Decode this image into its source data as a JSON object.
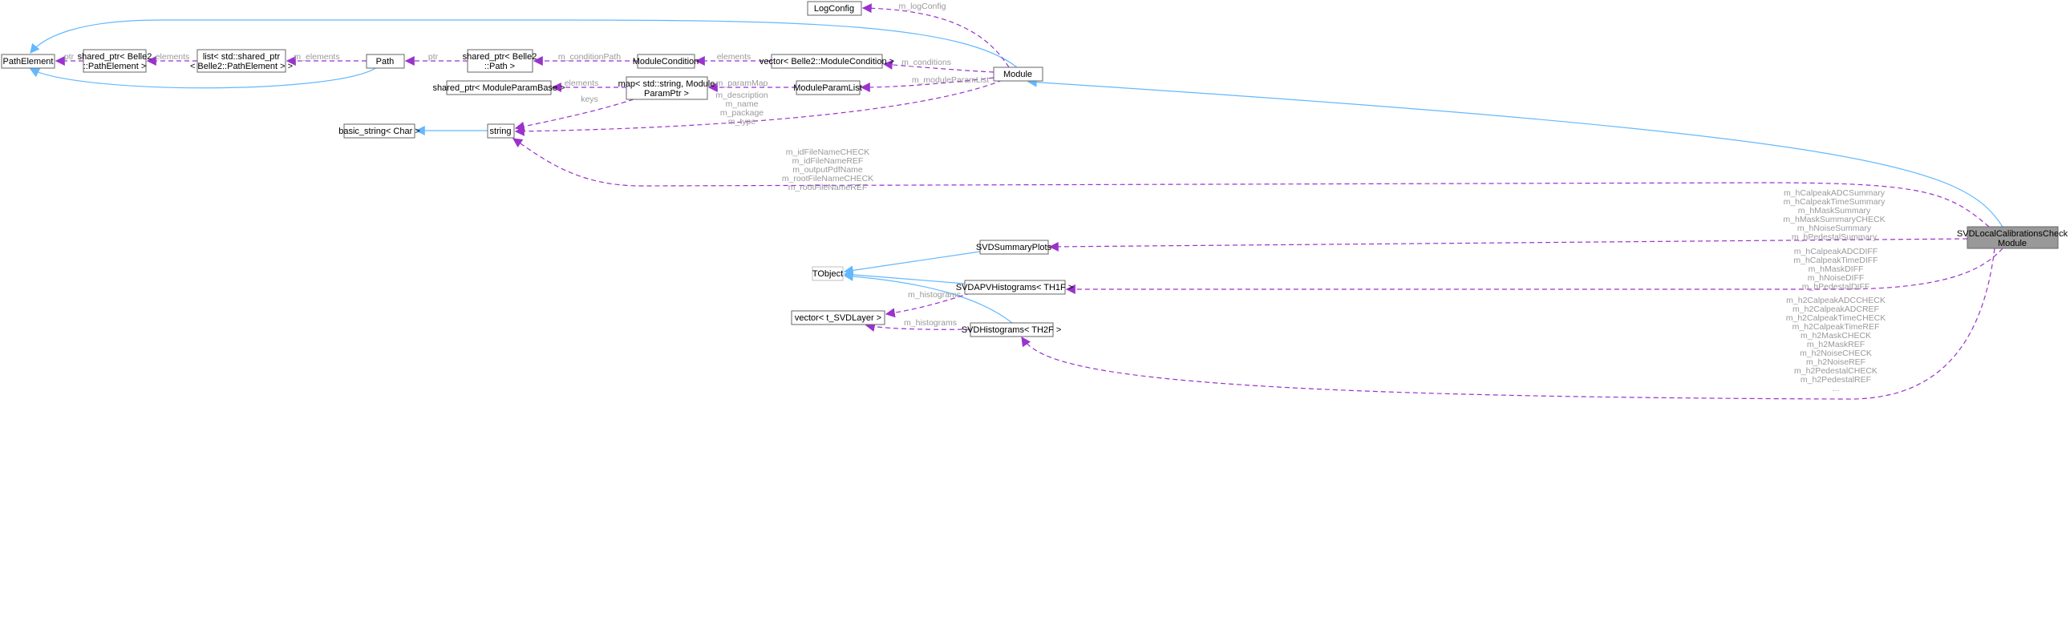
{
  "colors": {
    "inheritance": "#63b8ff",
    "usage": "#9a32cd",
    "focus_fill": "#999999",
    "label": "#9a9a9a"
  },
  "nodes": {
    "logconfig": [
      "LogConfig"
    ],
    "module": [
      "Module"
    ],
    "pathelement": [
      "PathElement"
    ],
    "sp_pathelement": [
      "shared_ptr< Belle2",
      "::PathElement >"
    ],
    "list_sp": [
      "list< std::shared_ptr",
      "< Belle2::PathElement > >"
    ],
    "path": [
      "Path"
    ],
    "sp_path": [
      "shared_ptr< Belle2",
      "::Path >"
    ],
    "modulecondition": [
      "ModuleCondition"
    ],
    "vector_mc": [
      "vector< Belle2::ModuleCondition >"
    ],
    "sp_mpb": [
      "shared_ptr< ModuleParamBase >"
    ],
    "map": [
      "map< std::string, Module",
      "ParamPtr >"
    ],
    "moduleparamlist": [
      "ModuleParamList"
    ],
    "basic_string": [
      "basic_string< Char >"
    ],
    "string": [
      "string"
    ],
    "tobject": [
      "TObject"
    ],
    "summaryplots": [
      "SVDSummaryPlots"
    ],
    "apvhist": [
      "SVDAPVHistograms< TH1F >"
    ],
    "vector_layer": [
      "vector< t_SVDLayer >"
    ],
    "svdhist": [
      "SVDHistograms< TH2F >"
    ],
    "focus": [
      "SVDLocalCalibrationsCheck",
      "Module"
    ]
  },
  "edges": {
    "ptr1": [
      "ptr"
    ],
    "elements1": [
      "elements"
    ],
    "m_elements": [
      "m_elements"
    ],
    "ptr2": [
      "ptr"
    ],
    "m_conditionPath": [
      "m_conditionPath"
    ],
    "elements2": [
      "elements"
    ],
    "m_conditions": [
      "m_conditions"
    ],
    "m_logConfig": [
      "m_logConfig"
    ],
    "m_moduleParamList": [
      "m_moduleParamList"
    ],
    "m_paramMap": [
      "m_paramMap"
    ],
    "elements3": [
      "elements"
    ],
    "keys": [
      "keys"
    ],
    "module_strings": [
      "m_description",
      "m_name",
      "m_package",
      "m_type"
    ],
    "check_strings": [
      "m_idFileNameCHECK",
      "m_idFileNameREF",
      "m_outputPdfName",
      "m_rootFileNameCHECK",
      "m_rootFileNameREF"
    ],
    "summary": [
      "m_hCalpeakADCSummary",
      "m_hCalpeakTimeSummary",
      "m_hMaskSummary",
      "m_hMaskSummaryCHECK",
      "m_hNoiseSummary",
      "m_hPedestalSummary"
    ],
    "diff": [
      "m_hCalpeakADCDIFF",
      "m_hCalpeakTimeDIFF",
      "m_hMaskDIFF",
      "m_hNoiseDIFF",
      "m_hPedestalDIFF"
    ],
    "h2": [
      "m_h2CalpeakADCCHECK",
      "m_h2CalpeakADCREF",
      "m_h2CalpeakTimeCHECK",
      "m_h2CalpeakTimeREF",
      "m_h2MaskCHECK",
      "m_h2MaskREF",
      "m_h2NoiseCHECK",
      "m_h2NoiseREF",
      "m_h2PedestalCHECK",
      "m_h2PedestalREF",
      "..."
    ],
    "m_histograms1": [
      "m_histograms"
    ],
    "m_histograms2": [
      "m_histograms"
    ]
  }
}
